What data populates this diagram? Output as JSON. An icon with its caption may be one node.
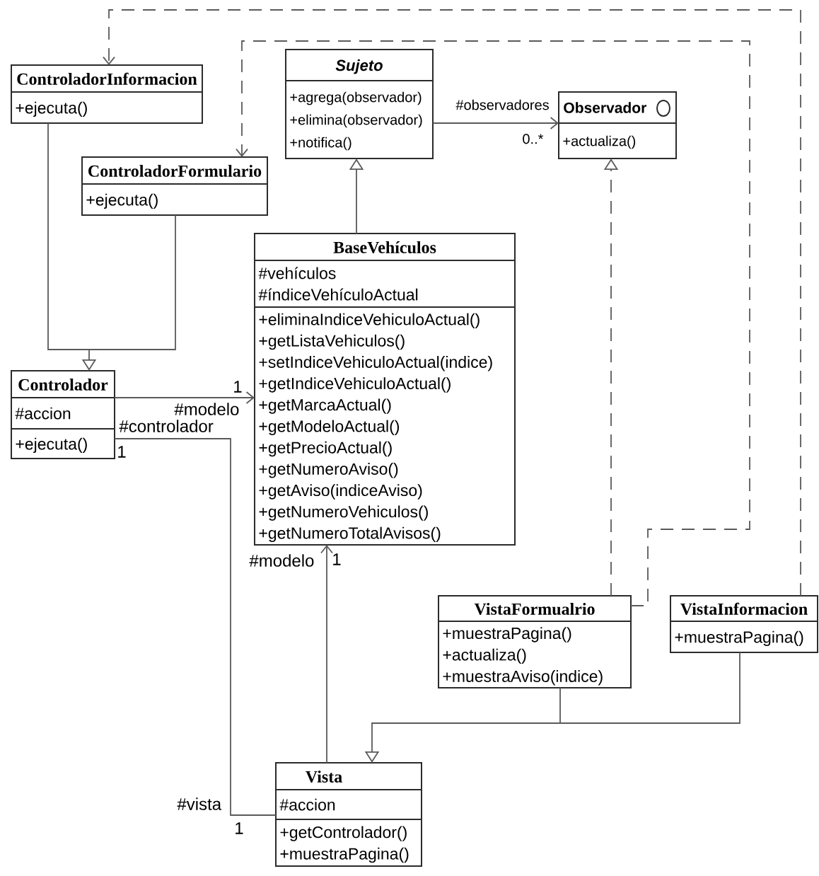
{
  "diagram": {
    "nodes": [
      {
        "text": [
          "ControladorInformacion",
          "+ejecuta()"
        ]
      },
      {
        "text": [
          "Sujeto",
          "+agrega(observador)",
          "+elimina(observador)",
          "+notifica()"
        ]
      },
      {
        "text": [
          "Observador",
          "+actualiza()"
        ]
      },
      {
        "text": [
          "ControladorFormulario",
          "+ejecuta()"
        ]
      },
      {
        "text": [
          "BaseVehículos",
          "#vehículos",
          "#índiceVehículoActual",
          "+eliminaIndiceVehiculoActual()",
          "+getListaVehiculos()",
          "+setIndiceVehiculoActual(indice)",
          "+getIndiceVehiculoActual()",
          "+getMarcaActual()",
          "+getModeloActual()",
          "+getPrecioActual()",
          "+getNumeroAviso()",
          "+getAviso(indiceAviso)",
          "+getNumeroVehiculos()",
          "+getNumeroTotalAvisos()"
        ]
      },
      {
        "text": [
          "Controlador",
          "#accion",
          "+ejecuta()"
        ]
      },
      {
        "text": [
          "VistaFormualrio",
          "+muestraPagina()",
          "+actualiza()",
          "+muestraAviso(indice)"
        ]
      },
      {
        "text": [
          "VistaInformacion",
          "+muestraPagina()"
        ]
      },
      {
        "text": [
          "Vista",
          "#accion",
          "+getControlador()",
          "+muestraPagina()"
        ]
      }
    ],
    "edges": [
      {
        "from": 0,
        "to": 5,
        "arrow": "to"
      },
      {
        "from": 3,
        "to": 5,
        "arrow": "to"
      },
      {
        "from": 4,
        "to": 1,
        "arrow": "to"
      },
      {
        "from": 1,
        "to": 2,
        "arrow": "to"
      },
      {
        "from": 6,
        "to": 2,
        "arrow": "to",
        "style": "dashed"
      },
      {
        "from": 5,
        "to": 4,
        "arrow": "to"
      },
      {
        "from": 8,
        "to": 4,
        "arrow": "to"
      },
      {
        "from": 5,
        "to": 8,
        "arrow": "none"
      },
      {
        "from": 6,
        "to": 8,
        "arrow": "to"
      },
      {
        "from": 7,
        "to": 8,
        "arrow": "to"
      },
      {
        "from": 7,
        "to": 0,
        "arrow": "to",
        "style": "dashed"
      },
      {
        "from": 6,
        "to": 3,
        "arrow": "to",
        "style": "dashed"
      }
    ],
    "labels": [
      "#observadores",
      "0..*",
      "1",
      "#modelo",
      "#controlador",
      "1",
      "#modelo",
      "1",
      "#vista",
      "1"
    ]
  }
}
